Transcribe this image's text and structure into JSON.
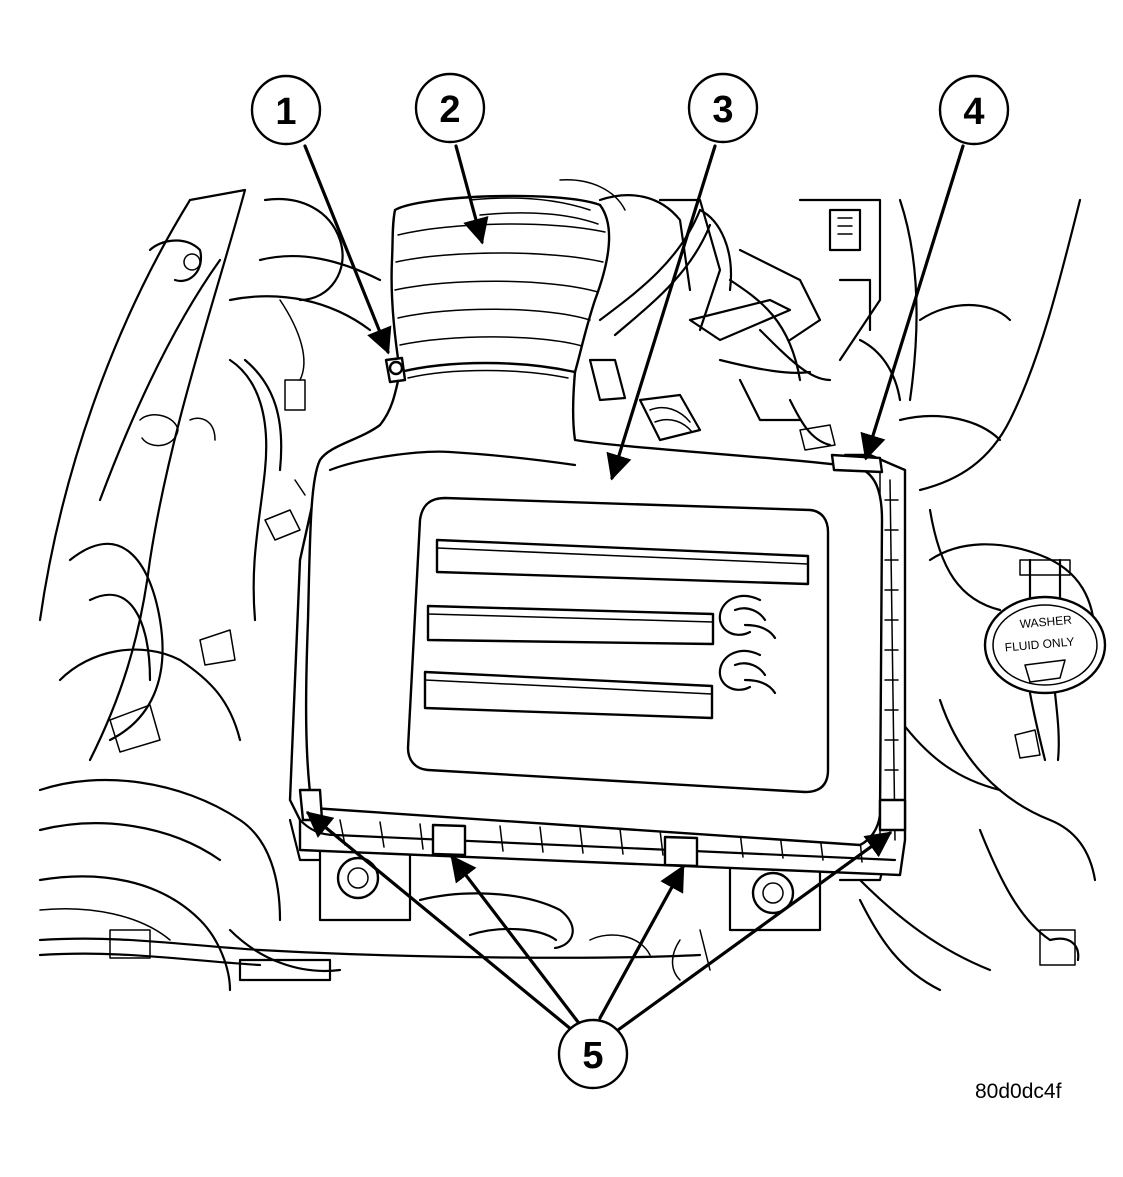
{
  "figure_code": "80d0dc4f",
  "callouts": [
    {
      "label": "1"
    },
    {
      "label": "2"
    },
    {
      "label": "3"
    },
    {
      "label": "4"
    },
    {
      "label": "5"
    }
  ],
  "reservoir_text": {
    "line1": "WASHER",
    "line2": "FLUID ONLY"
  },
  "colors": {
    "ink": "#000000",
    "paper": "#ffffff"
  }
}
